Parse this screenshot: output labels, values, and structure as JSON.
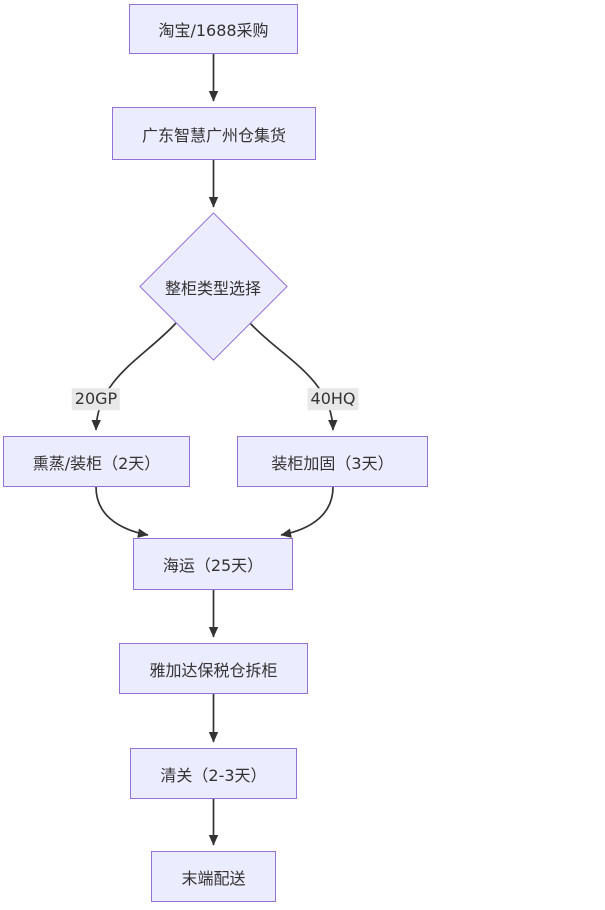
{
  "diagram": {
    "type": "flowchart",
    "direction": "top-down",
    "colors": {
      "background": "#ffffff",
      "node_fill": "#ECECFF",
      "node_border": "#9370DB",
      "edge": "#333333",
      "edge_label_bg": "#e8e8e8",
      "text": "#333333"
    },
    "nodes": [
      {
        "id": "purchase",
        "shape": "rect",
        "label": "淘宝/1688采购"
      },
      {
        "id": "gz-warehouse",
        "shape": "rect",
        "label": "广东智慧广州仓集货"
      },
      {
        "id": "container-type",
        "shape": "diamond",
        "label": "整柜类型选择"
      },
      {
        "id": "fumigation-loading",
        "shape": "rect",
        "label": "熏蒸/装柜（2天）"
      },
      {
        "id": "loading-reinforce",
        "shape": "rect",
        "label": "装柜加固（3天）"
      },
      {
        "id": "sea-freight",
        "shape": "rect",
        "label": "海运（25天）"
      },
      {
        "id": "jakarta-devanning",
        "shape": "rect",
        "label": "雅加达保税仓拆柜"
      },
      {
        "id": "customs-clearance",
        "shape": "rect",
        "label": "清关（2-3天）"
      },
      {
        "id": "last-mile",
        "shape": "rect",
        "label": "末端配送"
      }
    ],
    "edges": [
      {
        "from": "purchase",
        "to": "gz-warehouse",
        "label": ""
      },
      {
        "from": "gz-warehouse",
        "to": "container-type",
        "label": ""
      },
      {
        "from": "container-type",
        "to": "fumigation-loading",
        "label": "20GP"
      },
      {
        "from": "container-type",
        "to": "loading-reinforce",
        "label": "40HQ"
      },
      {
        "from": "fumigation-loading",
        "to": "sea-freight",
        "label": ""
      },
      {
        "from": "loading-reinforce",
        "to": "sea-freight",
        "label": ""
      },
      {
        "from": "sea-freight",
        "to": "jakarta-devanning",
        "label": ""
      },
      {
        "from": "jakarta-devanning",
        "to": "customs-clearance",
        "label": ""
      },
      {
        "from": "customs-clearance",
        "to": "last-mile",
        "label": ""
      }
    ]
  }
}
